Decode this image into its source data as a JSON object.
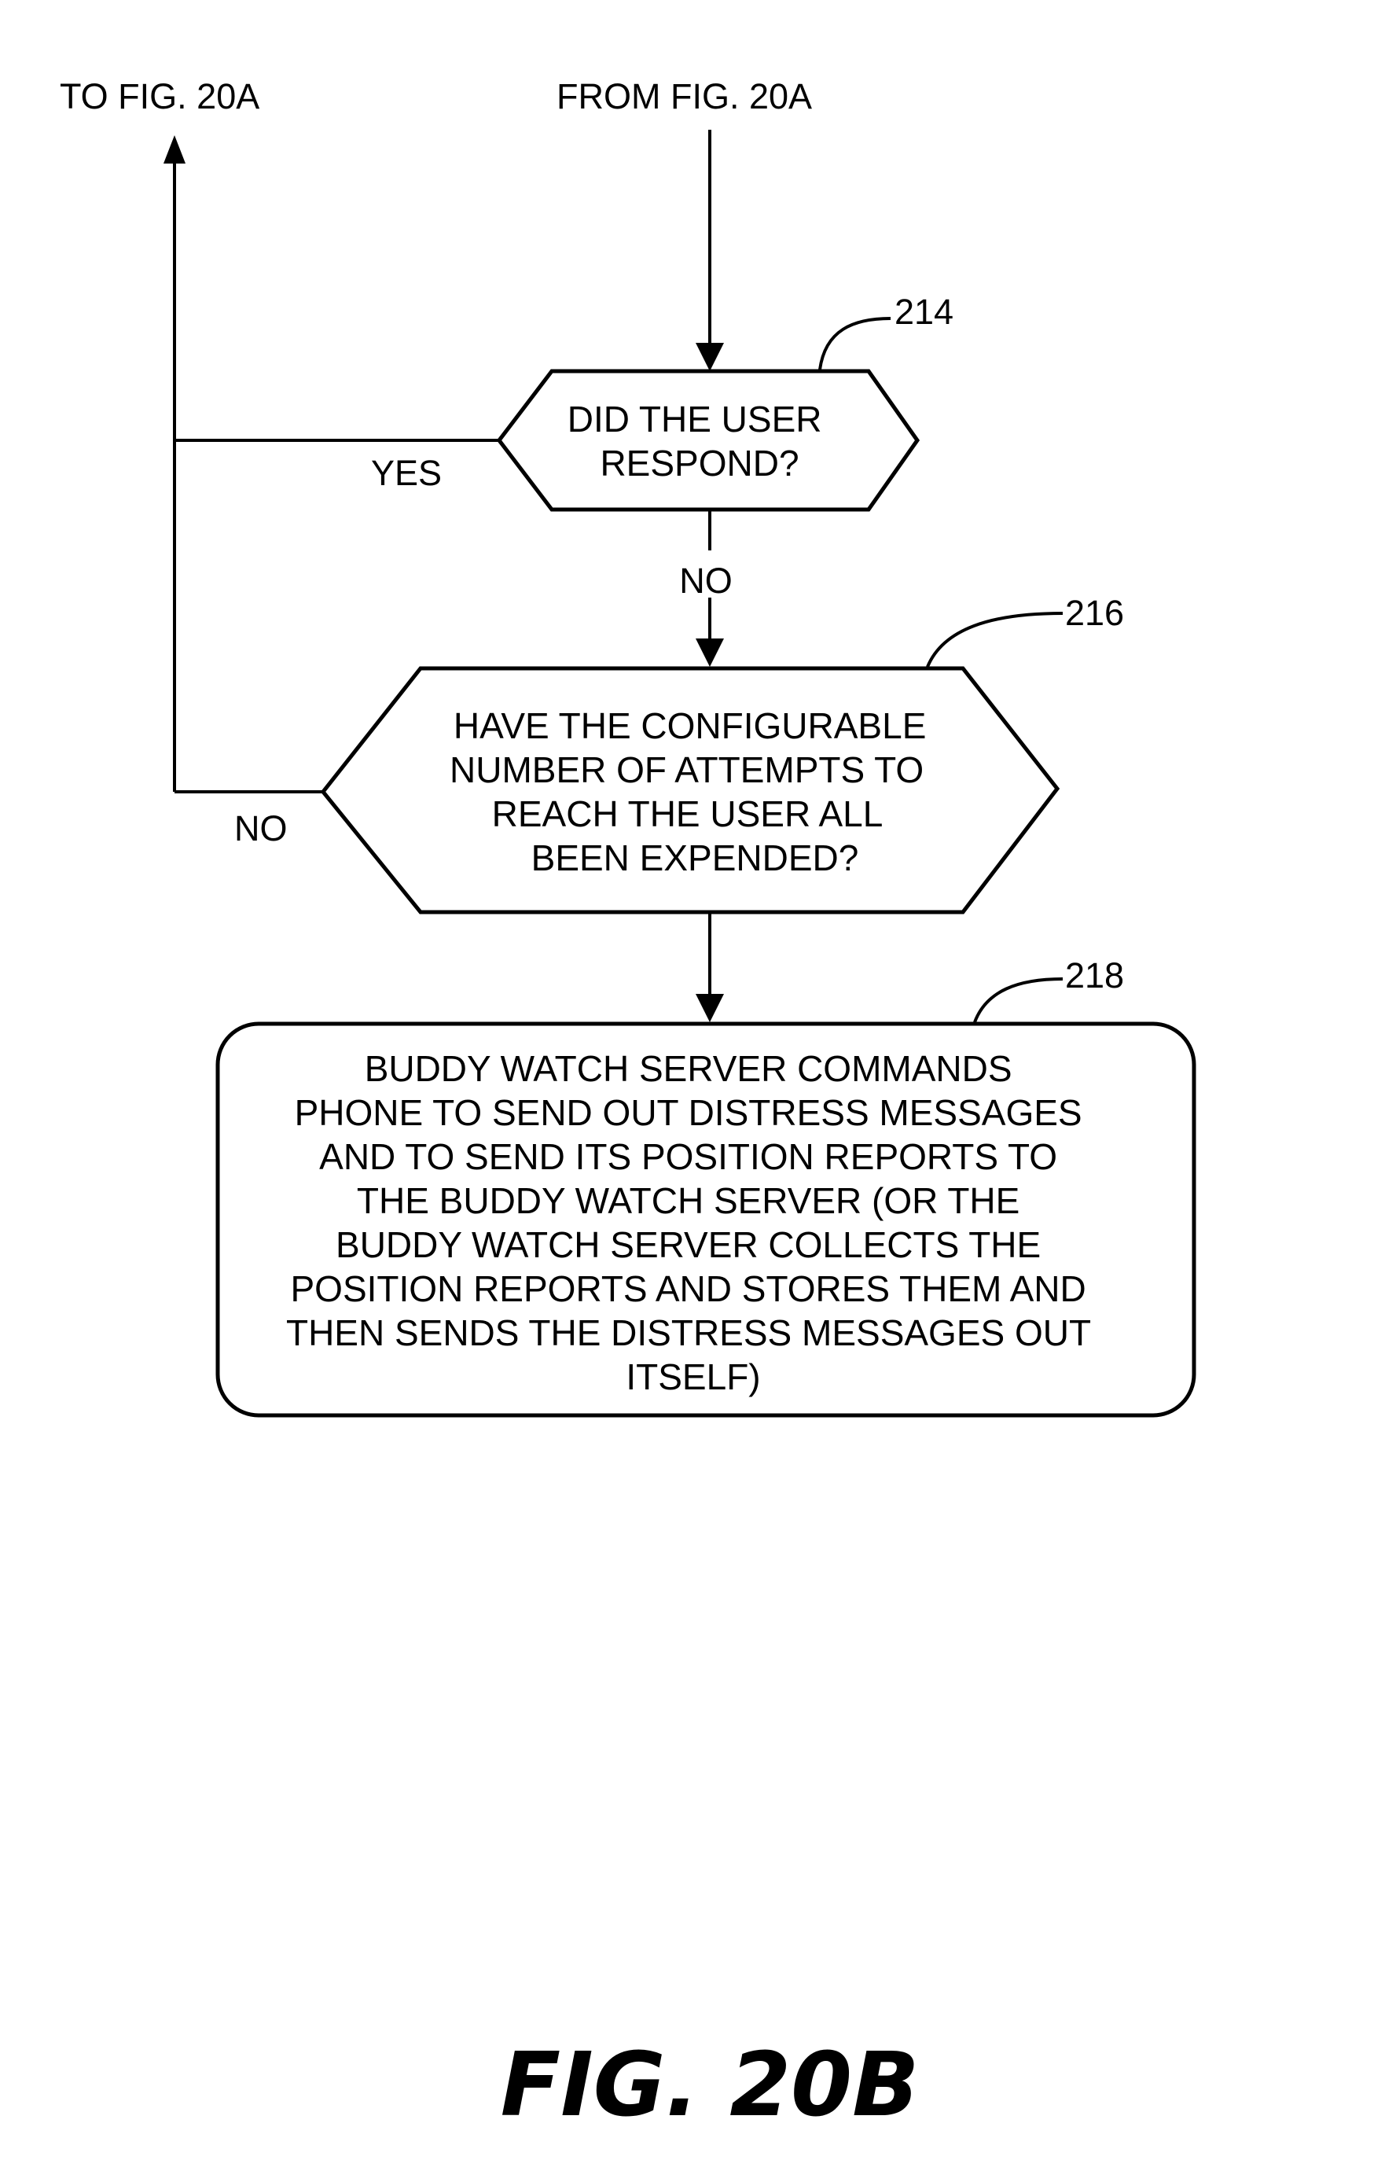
{
  "connectors": {
    "to_fig": "TO FIG. 20A",
    "from_fig": "FROM FIG. 20A"
  },
  "nodes": {
    "decision_214": {
      "ref": "214",
      "lines": [
        "DID THE USER",
        "RESPOND?"
      ]
    },
    "decision_216": {
      "ref": "216",
      "lines": [
        "HAVE THE CONFIGURABLE",
        "NUMBER OF ATTEMPTS TO",
        "REACH THE USER ALL",
        "BEEN EXPENDED?"
      ]
    },
    "process_218": {
      "ref": "218",
      "lines": [
        "BUDDY WATCH SERVER COMMANDS",
        "PHONE TO SEND OUT DISTRESS MESSAGES",
        "AND TO SEND ITS POSITION REPORTS TO",
        "THE BUDDY WATCH SERVER (OR THE",
        "BUDDY WATCH SERVER COLLECTS THE",
        "POSITION REPORTS AND STORES THEM AND",
        "THEN SENDS THE DISTRESS MESSAGES OUT",
        "ITSELF)"
      ]
    }
  },
  "edges": {
    "yes_label": "YES",
    "no_label_214": "NO",
    "no_label_216": "NO"
  },
  "figure_caption": "FIG. 20B"
}
